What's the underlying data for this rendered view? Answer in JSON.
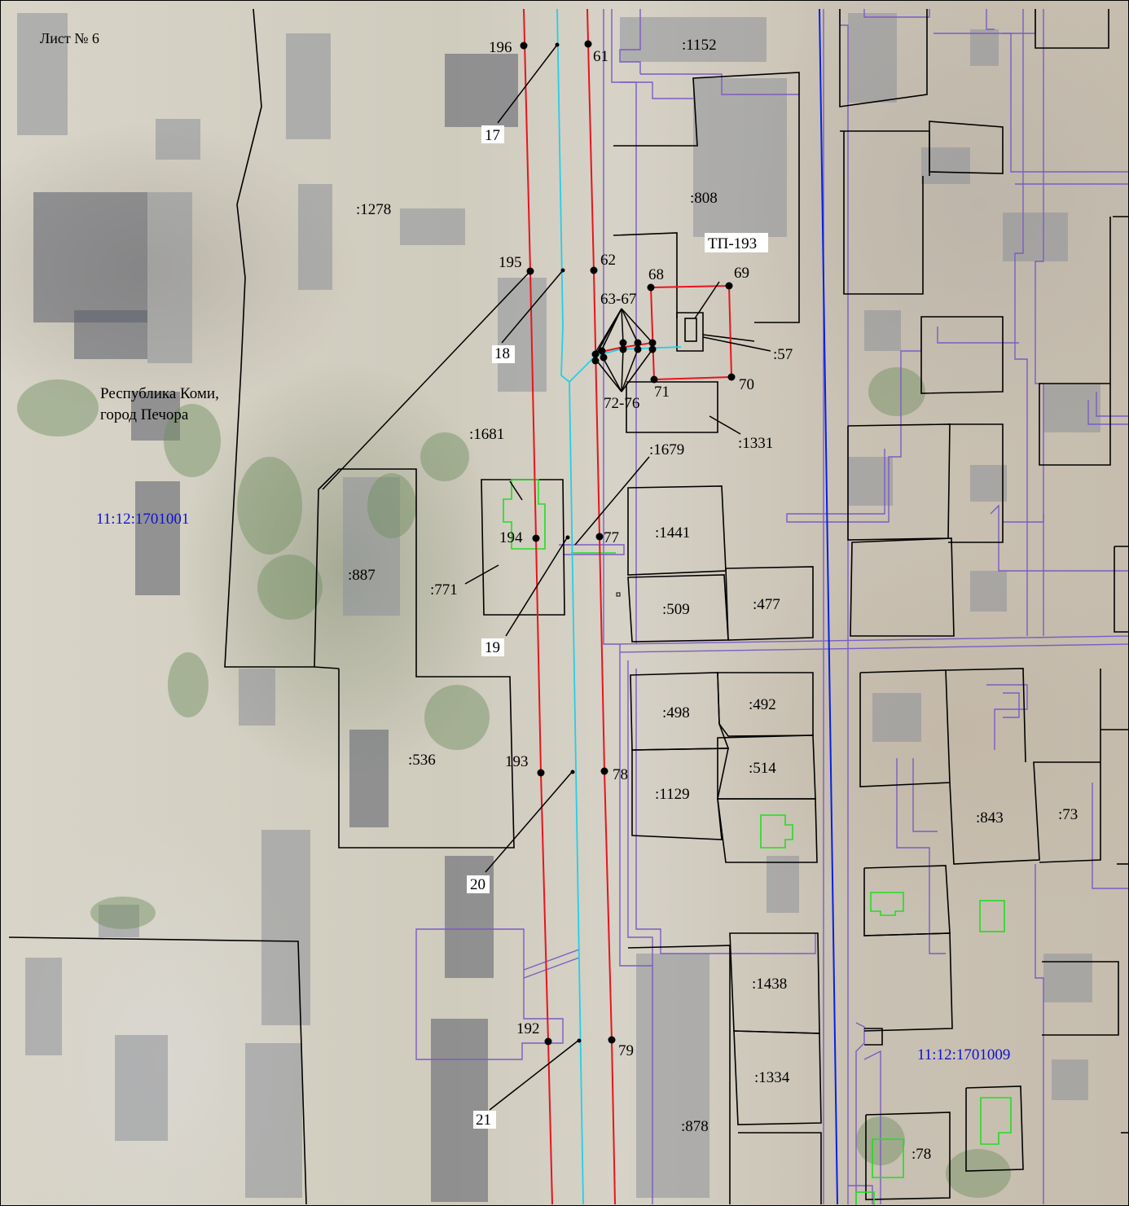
{
  "sheet": "Лист № 6",
  "region": {
    "line1": "Республика Коми,",
    "line2": "город Печора"
  },
  "quarters": [
    "11:12:1701001",
    "11:12:1701009"
  ],
  "substation": "ТП-193",
  "parcels": [
    ":1152",
    ":808",
    ":1278",
    ":57",
    ":1331",
    ":1681",
    ":1679",
    ":1441",
    ":887",
    ":771",
    ":509",
    ":477",
    ":498",
    ":492",
    ":536",
    ":514",
    ":1129",
    ":843",
    ":73",
    ":1438",
    ":1334",
    ":878",
    ":78"
  ],
  "points": [
    "196",
    "61",
    "17",
    "195",
    "62",
    "18",
    "68",
    "69",
    "63-67",
    "70",
    "71",
    "72-76",
    "194",
    "77",
    "19",
    "193",
    "78",
    "20",
    "192",
    "79",
    "21"
  ],
  "colors": {
    "route": "#e8141e",
    "watercourse": "#22d0e6",
    "street": "#0a1ee6",
    "quarter": "#7c5cc4",
    "building": "#22dd22",
    "label_blue": "#1010d0"
  }
}
